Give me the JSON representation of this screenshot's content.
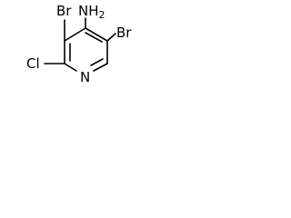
{
  "molecule": {
    "atoms": {
      "nh2": {
        "main": "NH",
        "sub": "2"
      },
      "br_left": "Br",
      "br_right": "Br",
      "cl": "Cl",
      "n_ring": "N"
    }
  }
}
